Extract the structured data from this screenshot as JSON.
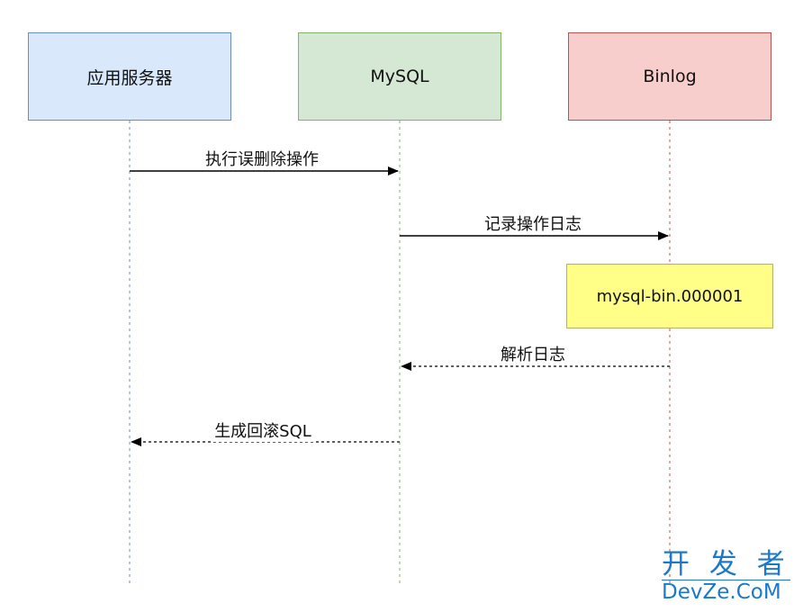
{
  "diagram": {
    "type": "sequence",
    "actors": [
      {
        "id": "app",
        "label": "应用服务器",
        "fill": "#dae8fc",
        "stroke": "#6c8ebf"
      },
      {
        "id": "mysql",
        "label": "MySQL",
        "fill": "#d5e8d4",
        "stroke": "#82b366"
      },
      {
        "id": "binlog",
        "label": "Binlog",
        "fill": "#f8cecc",
        "stroke": "#b85450"
      }
    ],
    "messages": [
      {
        "from": "app",
        "to": "mysql",
        "label": "执行误删除操作",
        "style": "solid"
      },
      {
        "from": "mysql",
        "to": "binlog",
        "label": "记录操作日志",
        "style": "solid"
      },
      {
        "from": "binlog",
        "to": "mysql",
        "label": "解析日志",
        "style": "dashed"
      },
      {
        "from": "mysql",
        "to": "app",
        "label": "生成回滚SQL",
        "style": "dashed"
      }
    ],
    "note": {
      "on": "binlog",
      "label": "mysql-bin.000001",
      "fill": "#ffff88"
    }
  },
  "watermark": {
    "line1": "开 发 者",
    "line2": "DevZe.CoM"
  }
}
